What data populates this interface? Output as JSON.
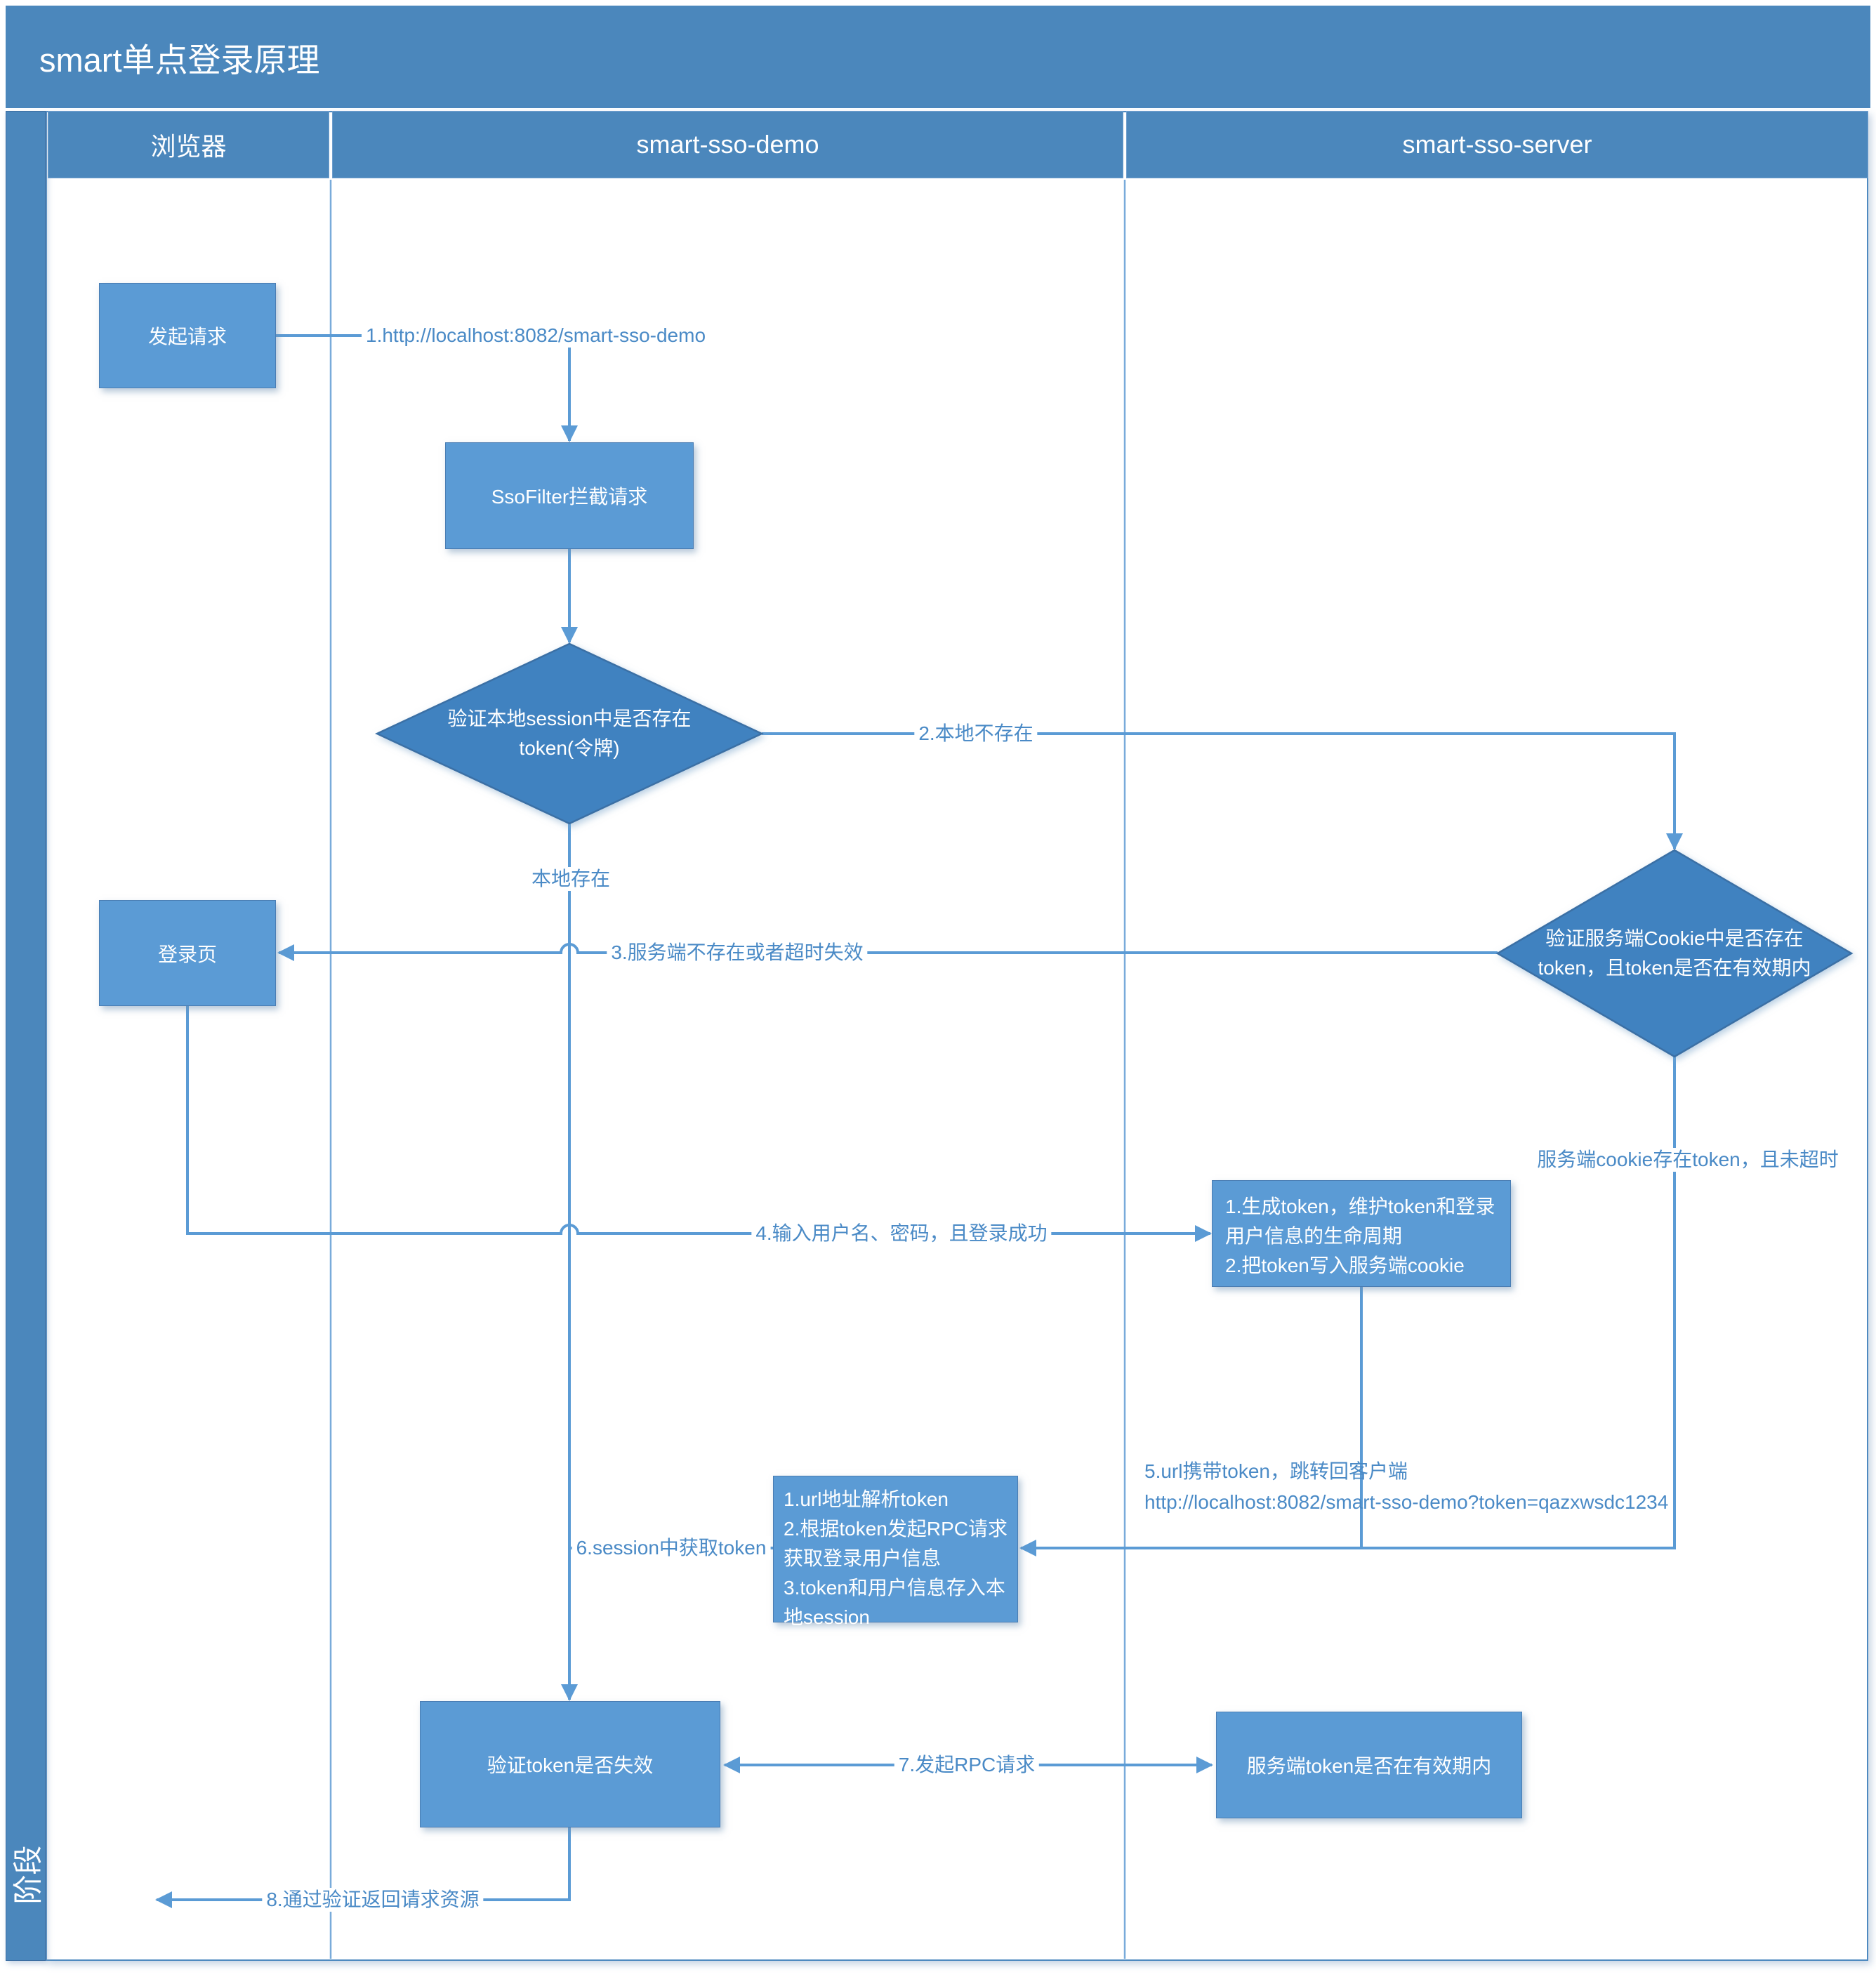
{
  "title": "smart单点登录原理",
  "phase_label": "阶段",
  "lanes": [
    {
      "label": "浏览器"
    },
    {
      "label": "smart-sso-demo"
    },
    {
      "label": "smart-sso-server"
    }
  ],
  "nodes": {
    "request": {
      "label": "发起请求"
    },
    "sso_filter": {
      "label": "SsoFilter拦截请求"
    },
    "local_session_check": {
      "lines": [
        "验证本地session中是否存在",
        "token(令牌)"
      ]
    },
    "login_page": {
      "label": "登录页"
    },
    "server_cookie_check": {
      "lines": [
        "验证服务端Cookie中是否存在",
        "token，且token是否在有效期内"
      ]
    },
    "gen_token": {
      "lines": [
        "1.生成token，维护token和登录用户信息的生命周期",
        "2.把token写入服务端cookie"
      ]
    },
    "parse_token": {
      "lines": [
        "1.url地址解析token",
        "2.根据token发起RPC请求获取登录用户信息",
        "3.token和用户信息存入本地session"
      ]
    },
    "verify_token": {
      "label": "验证token是否失效"
    },
    "server_token_check": {
      "label": "服务端token是否在有效期内"
    }
  },
  "edges": {
    "e1": "1.http://localhost:8082/smart-sso-demo",
    "e2": "2.本地不存在",
    "local_exists": "本地存在",
    "e3": "3.服务端不存在或者超时失效",
    "e4": "4.输入用户名、密码，且登录成功",
    "cookie_valid": "服务端cookie存在token，且未超时",
    "e5_line1": "5.url携带token，跳转回客户端",
    "e5_line2": "http://localhost:8082/smart-sso-demo?token=qazxwsdc1234",
    "e6": "6.session中获取token",
    "e7": "7.发起RPC请求",
    "e8": "8.通过验证返回请求资源"
  },
  "colors": {
    "frame_blue": "#4b87bc",
    "box_blue": "#5b9bd5",
    "diamond_blue": "#4182c0",
    "connector_blue": "#5b9bd5",
    "label_blue": "#4a8ac6"
  }
}
